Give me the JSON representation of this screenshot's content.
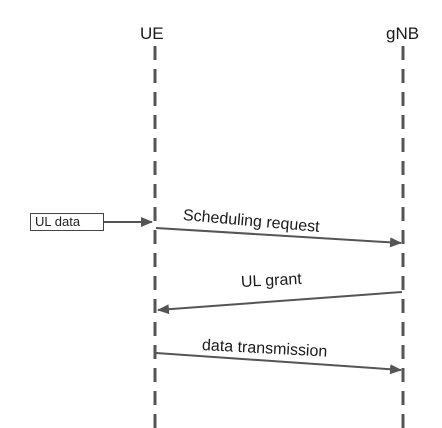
{
  "actors": {
    "ue": "UE",
    "gnb": "gNB"
  },
  "trigger": "UL data",
  "messages": [
    {
      "label": "Scheduling request",
      "from": "UE",
      "to": "gNB"
    },
    {
      "label": "UL grant",
      "from": "gNB",
      "to": "UE"
    },
    {
      "label": "data transmission",
      "from": "UE",
      "to": "gNB"
    }
  ],
  "colors": {
    "line": "#555555",
    "text": "#1a1a1a"
  }
}
